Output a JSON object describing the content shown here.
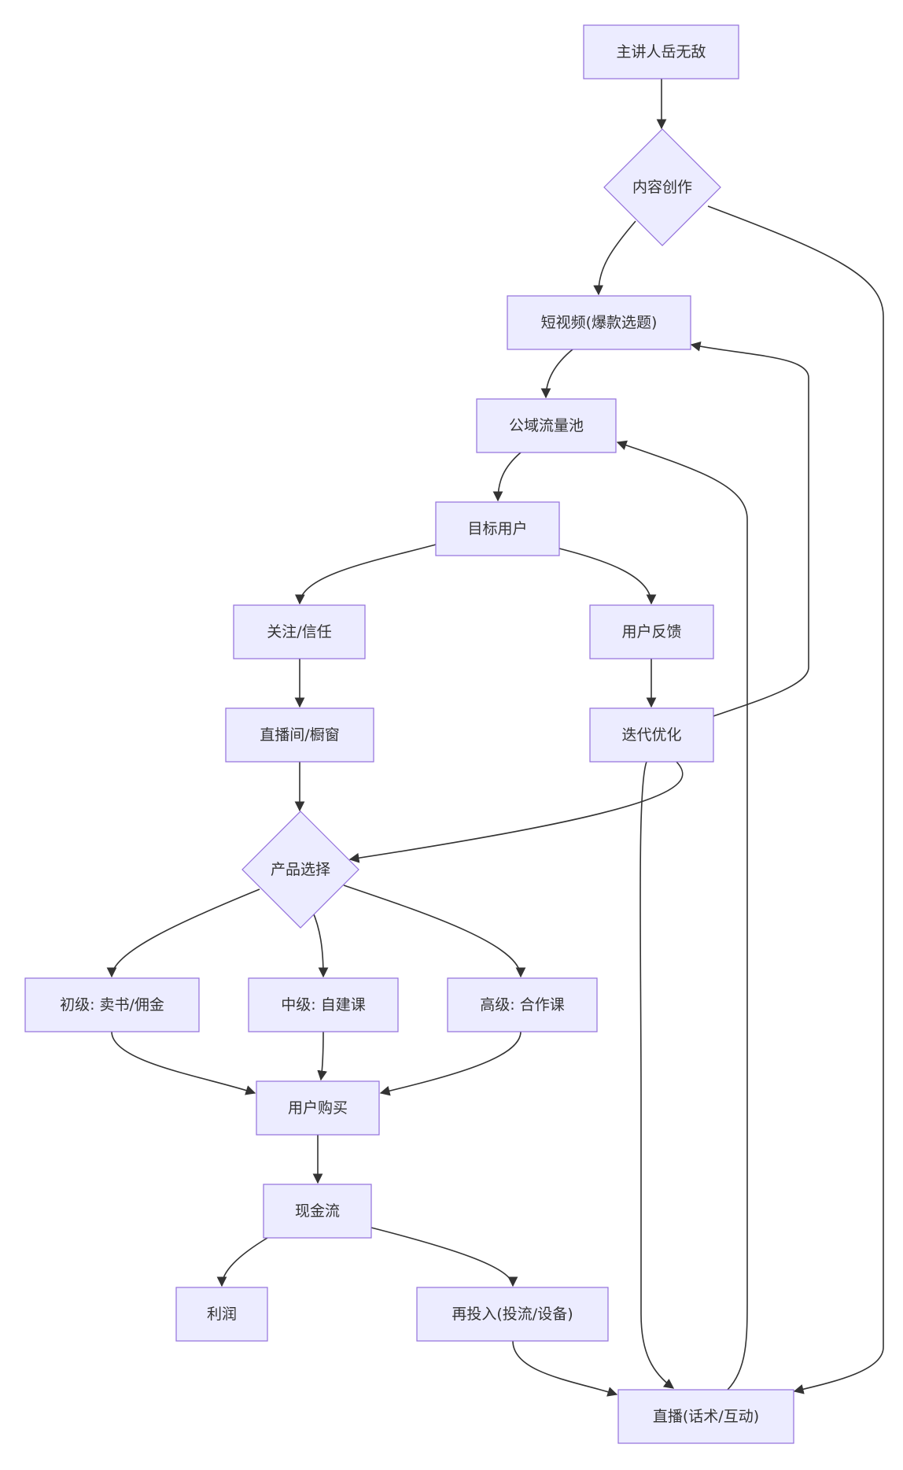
{
  "diagram": {
    "nodes": [
      {
        "id": "speaker",
        "label": "主讲人岳无敌",
        "shape": "rect"
      },
      {
        "id": "content",
        "label": "内容创作",
        "shape": "diamond"
      },
      {
        "id": "short_video",
        "label": "短视频(爆款选题)",
        "shape": "rect"
      },
      {
        "id": "public_pool",
        "label": "公域流量池",
        "shape": "rect"
      },
      {
        "id": "target_users",
        "label": "目标用户",
        "shape": "rect"
      },
      {
        "id": "follow_trust",
        "label": "关注/信任",
        "shape": "rect"
      },
      {
        "id": "user_feedback",
        "label": "用户反馈",
        "shape": "rect"
      },
      {
        "id": "live_room",
        "label": "直播间/橱窗",
        "shape": "rect"
      },
      {
        "id": "iterate",
        "label": "迭代优化",
        "shape": "rect"
      },
      {
        "id": "product_choice",
        "label": "产品选择",
        "shape": "diamond"
      },
      {
        "id": "basic",
        "label": "初级: 卖书/佣金",
        "shape": "rect"
      },
      {
        "id": "intermediate",
        "label": "中级: 自建课",
        "shape": "rect"
      },
      {
        "id": "advanced",
        "label": "高级: 合作课",
        "shape": "rect"
      },
      {
        "id": "purchase",
        "label": "用户购买",
        "shape": "rect"
      },
      {
        "id": "cashflow",
        "label": "现金流",
        "shape": "rect"
      },
      {
        "id": "profit",
        "label": "利润",
        "shape": "rect"
      },
      {
        "id": "reinvest",
        "label": "再投入(投流/设备)",
        "shape": "rect"
      },
      {
        "id": "livestream",
        "label": "直播(话术/互动)",
        "shape": "rect"
      }
    ],
    "edges": [
      {
        "from": "speaker",
        "to": "content"
      },
      {
        "from": "content",
        "to": "short_video"
      },
      {
        "from": "content",
        "to": "livestream"
      },
      {
        "from": "short_video",
        "to": "public_pool"
      },
      {
        "from": "public_pool",
        "to": "target_users"
      },
      {
        "from": "target_users",
        "to": "follow_trust"
      },
      {
        "from": "target_users",
        "to": "user_feedback"
      },
      {
        "from": "follow_trust",
        "to": "live_room"
      },
      {
        "from": "user_feedback",
        "to": "iterate"
      },
      {
        "from": "iterate",
        "to": "short_video"
      },
      {
        "from": "iterate",
        "to": "livestream"
      },
      {
        "from": "iterate",
        "to": "product_choice"
      },
      {
        "from": "live_room",
        "to": "product_choice"
      },
      {
        "from": "product_choice",
        "to": "basic"
      },
      {
        "from": "product_choice",
        "to": "intermediate"
      },
      {
        "from": "product_choice",
        "to": "advanced"
      },
      {
        "from": "basic",
        "to": "purchase"
      },
      {
        "from": "intermediate",
        "to": "purchase"
      },
      {
        "from": "advanced",
        "to": "purchase"
      },
      {
        "from": "purchase",
        "to": "cashflow"
      },
      {
        "from": "cashflow",
        "to": "profit"
      },
      {
        "from": "cashflow",
        "to": "reinvest"
      },
      {
        "from": "reinvest",
        "to": "livestream"
      },
      {
        "from": "livestream",
        "to": "public_pool"
      }
    ]
  }
}
